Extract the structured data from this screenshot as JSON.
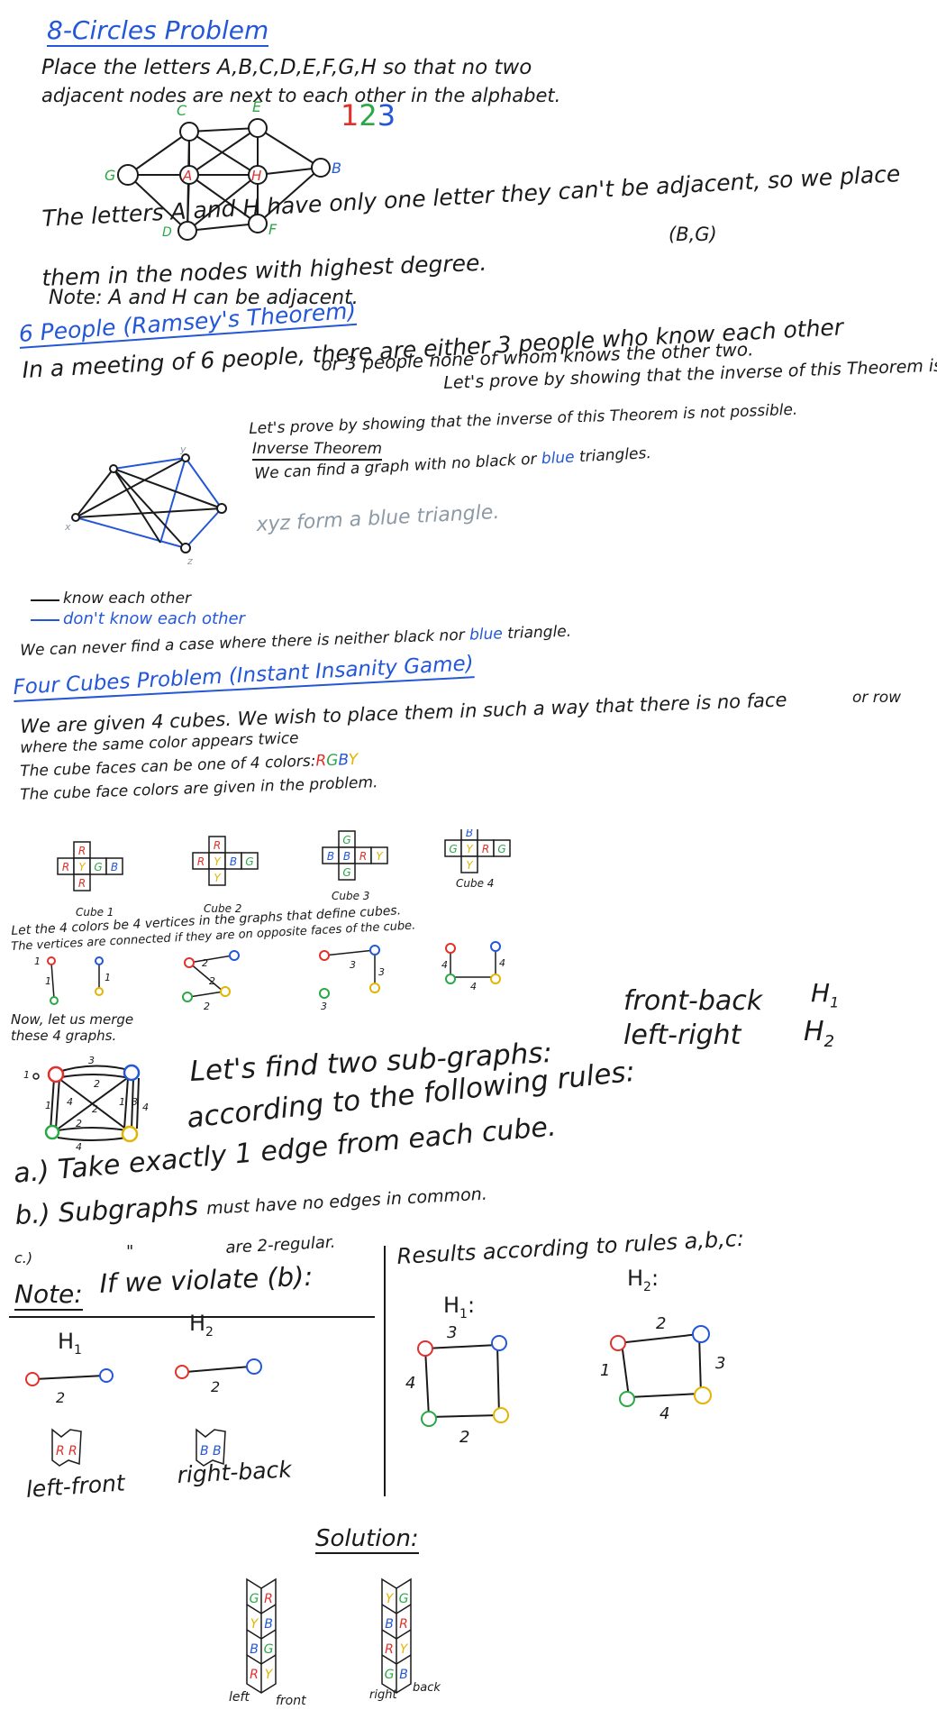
{
  "s1": {
    "title": "8-Circles Problem",
    "line1": "Place the letters A,B,C,D,E,F,G,H so that no two",
    "line2": "adjacent nodes are next to each other in the alphabet.",
    "steps": [
      "1",
      "2",
      "3"
    ],
    "node_labels": {
      "A": "A",
      "B": "B",
      "C": "C",
      "D": "D",
      "E": "E",
      "F": "F",
      "G": "G",
      "H": "H"
    },
    "text1": "The letters A and H have only one letter they can't be adjacent, so we place",
    "text1_note": "(B,G)",
    "text2": "them in the nodes with highest degree.",
    "text3": "Note: A and H can be adjacent."
  },
  "s2": {
    "title": "6 People (Ramsey's Theorem)",
    "line1": "In a meeting of 6 people, there are either 3 people who know each other",
    "line2": "or 3 people none of whom knows the other two.",
    "line3": "Let's prove by showing that the inverse of this Theorem is not possible.",
    "inverse_title": "Inverse Theorem",
    "inverse_text_a": "We can find a graph with no black or",
    "inverse_text_blue": "blue",
    "inverse_text_b": "triangles.",
    "xyz_text": "xyz form a blue triangle.",
    "node_x": "x",
    "node_y": "y",
    "node_z": "z",
    "legend_black": "know each other",
    "legend_blue": "don't know each other",
    "conclusion_a": "We can never find a case where there is neither black nor",
    "conclusion_blue": "blue",
    "conclusion_b": "triangle."
  },
  "s3": {
    "title": "Four Cubes Problem (Instant Insanity Game)",
    "line1": "We are given 4 cubes. We wish to place them in such a way that there is no face",
    "line1_or_row": "or row",
    "line2": "where the same color appears twice",
    "line3": "The cube faces can be one of 4 colors:",
    "colors": {
      "R": "R",
      "G": "G",
      "B": "B",
      "Y": "Y"
    },
    "line4": "The cube face colors are given in the problem.",
    "cube_names": [
      "Cube 1",
      "Cube 2",
      "Cube 3",
      "Cube 4"
    ],
    "vertex_line1": "Let the 4 colors be 4 vertices in the graphs that define cubes.",
    "vertex_line2": "The vertices are connected if they are on opposite faces of the cube.",
    "merge_line1": "Now, let us merge",
    "merge_line2": "these 4 graphs.",
    "find_line": "Let's find two sub-graphs:",
    "fb": "front-back",
    "lr": "left-right",
    "h1": "H",
    "h2": "H",
    "h1_sub": "1",
    "h2_sub": "2",
    "rules_line": "according to the following rules:",
    "rule_a": "a.) Take exactly 1 edge from each cube.",
    "rule_b_big": "b.) Subgraphs",
    "rule_b_small": "must have no edges in common.",
    "rule_c_label": "c.)",
    "rule_c_ditto": "\"",
    "rule_c_text": "are 2-regular.",
    "note_label": "Note:",
    "note_text": "If we violate (b):",
    "results": "Results according to rules a,b,c:",
    "left_front": "left-front",
    "right_back": "right-back",
    "solution": "Solution:",
    "left": "left",
    "front": "front",
    "right": "right",
    "back": "back"
  },
  "numbers": {
    "n1": "1",
    "n2": "2",
    "n3": "3",
    "n4": "4"
  }
}
